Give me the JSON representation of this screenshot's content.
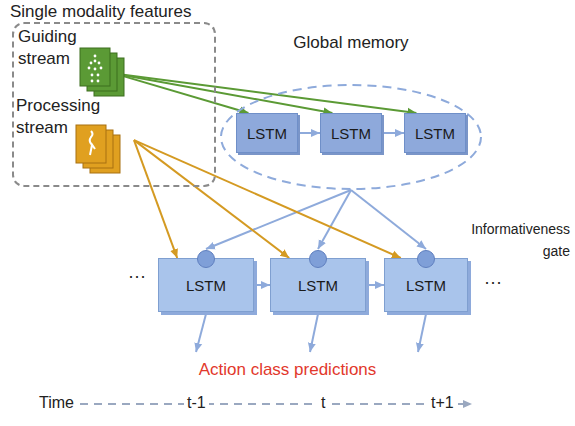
{
  "diagram": {
    "nodes": [
      {
        "text": [
          "Single modality features"
        ]
      },
      {
        "text": [
          "Guiding stream"
        ],
        "in": 0
      },
      {
        "text": [
          "Processing stream"
        ],
        "in": 0
      },
      {
        "text": [
          "Global memory"
        ]
      },
      {
        "text": [
          "LSTM"
        ],
        "in": 3
      },
      {
        "text": [
          "LSTM"
        ],
        "in": 3
      },
      {
        "text": [
          "LSTM"
        ],
        "in": 3
      },
      {
        "text": [
          "LSTM"
        ]
      },
      {
        "text": [
          "LSTM"
        ]
      },
      {
        "text": [
          "LSTM"
        ]
      }
    ],
    "edges": [
      {
        "from": 1,
        "to": 4,
        "arrow": "to"
      },
      {
        "from": 1,
        "to": 5,
        "arrow": "to"
      },
      {
        "from": 1,
        "to": 6,
        "arrow": "to"
      },
      {
        "from": 4,
        "to": 5,
        "arrow": "to"
      },
      {
        "from": 5,
        "to": 6,
        "arrow": "to"
      },
      {
        "from": 3,
        "to": 7,
        "arrow": "to"
      },
      {
        "from": 3,
        "to": 8,
        "arrow": "to"
      },
      {
        "from": 3,
        "to": 9,
        "arrow": "to"
      },
      {
        "from": 2,
        "to": 7,
        "arrow": "to"
      },
      {
        "from": 2,
        "to": 8,
        "arrow": "to"
      },
      {
        "from": 2,
        "to": 9,
        "arrow": "to"
      },
      {
        "from": 7,
        "to": 8,
        "arrow": "to"
      },
      {
        "from": 8,
        "to": 9,
        "arrow": "to"
      }
    ],
    "labels": [
      "···",
      "···",
      "Informativeness gate",
      "Action class predictions",
      "Time",
      "t-1",
      "t",
      "t+1"
    ]
  }
}
